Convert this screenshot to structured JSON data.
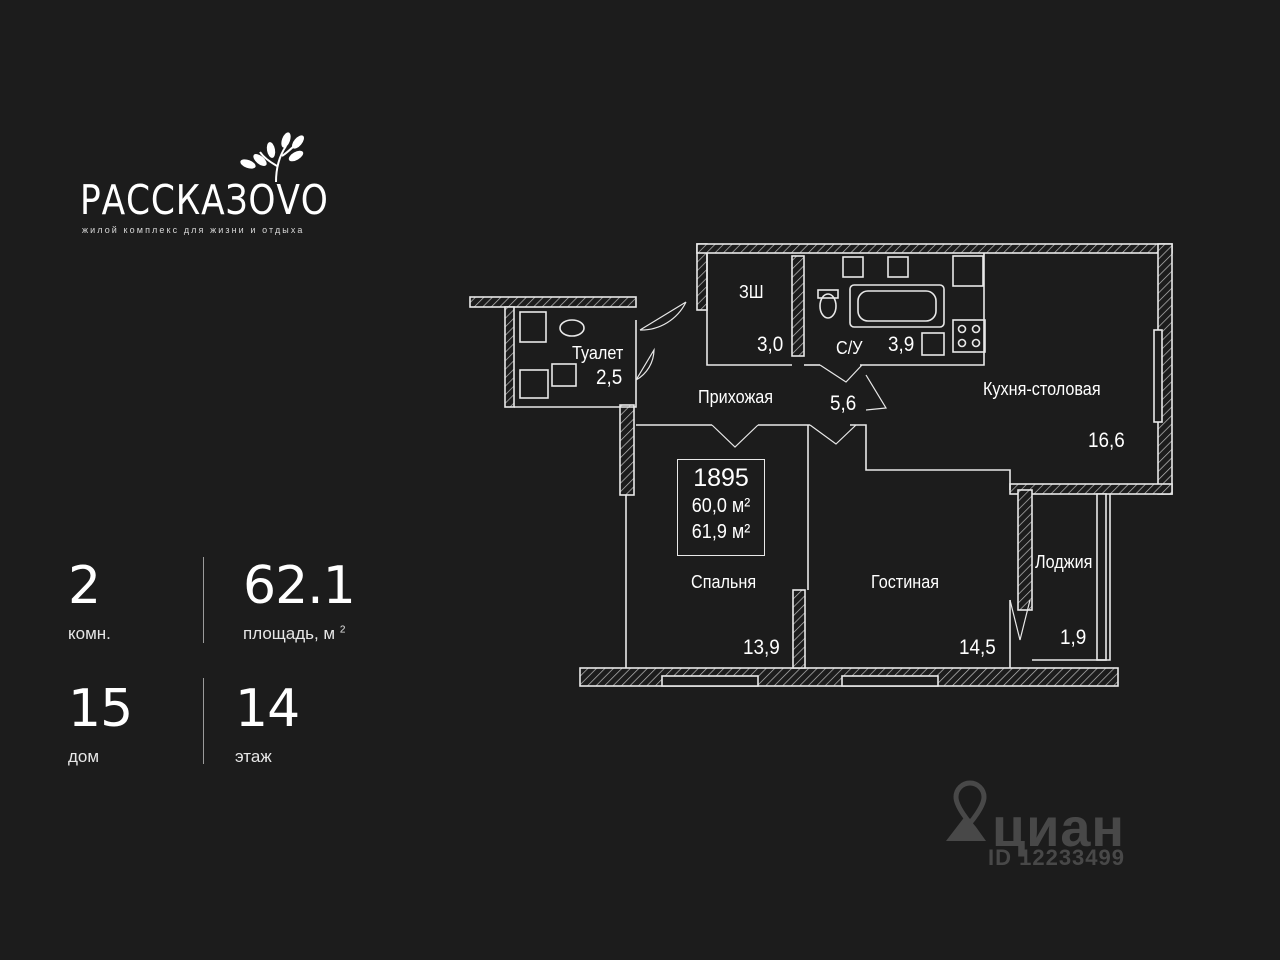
{
  "logo": {
    "name": "РАССКАЗОVО",
    "tagline": "жилой комплекс для жизни и отдыха"
  },
  "stats": {
    "rooms": {
      "value": "2",
      "label": "комн."
    },
    "area": {
      "value": "62.1",
      "label": "площадь, м",
      "unit_sup": "2"
    },
    "house": {
      "value": "15",
      "label": "дом"
    },
    "floor": {
      "value": "14",
      "label": "этаж"
    }
  },
  "apartment": {
    "number": "1895",
    "area_1": "60,0 м²",
    "area_2": "61,9 м²"
  },
  "rooms": {
    "toilet": {
      "name": "Туалет",
      "area": "2,5"
    },
    "closet": {
      "name": "ЗШ",
      "area": "3,0"
    },
    "bathroom": {
      "name": "С/У",
      "area": "3,9"
    },
    "hallway": {
      "name": "Прихожая",
      "area": "5,6"
    },
    "kitchen": {
      "name": "Кухня-столовая",
      "area": "16,6"
    },
    "bedroom": {
      "name": "Спальня",
      "area": "13,9"
    },
    "living": {
      "name": "Гостиная",
      "area": "14,5"
    },
    "loggia": {
      "name": "Лоджия",
      "area": "1,9"
    }
  },
  "watermark": {
    "brand": "циан",
    "id": "ID 12233499"
  },
  "colors": {
    "background": "#1c1c1c",
    "text": "#ffffff",
    "plan_lines": "#e8e8e8"
  }
}
